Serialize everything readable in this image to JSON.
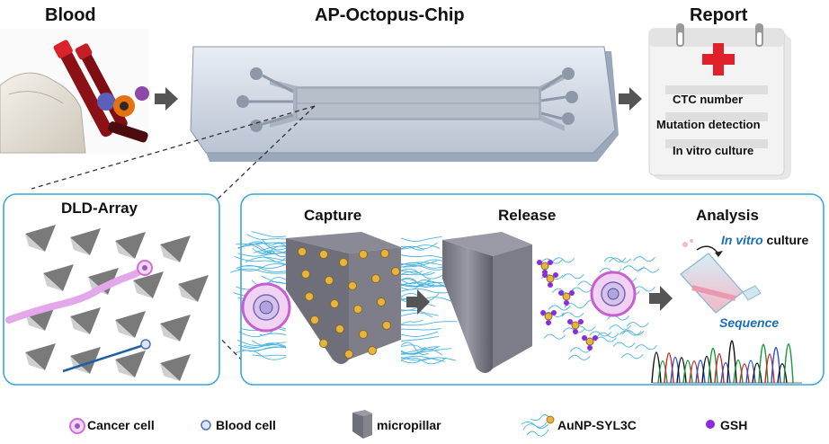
{
  "top": {
    "blood_title": "Blood",
    "chip_title": "AP-Octopus-Chip",
    "report_title": "Report",
    "report_lines": [
      "CTC number",
      "Mutation detection",
      "In vitro culture"
    ]
  },
  "dld": {
    "title": "DLD-Array"
  },
  "process": {
    "capture": "Capture",
    "release": "Release",
    "analysis": "Analysis",
    "culture_italic": "In vitro",
    "culture_rest": " culture",
    "sequence": "Sequence"
  },
  "legend": {
    "cancer_cell": "Cancer cell",
    "blood_cell": "Blood cell",
    "micropillar": "micropillar",
    "aunp": "AuNP-SYL3C",
    "gsh": "GSH"
  },
  "colors": {
    "panel_border": "#3aa7d8",
    "cancer_pink": "#e49be6",
    "report_cross": "#e0202a",
    "gsh_purple": "#8a2be2",
    "arrow_gray": "#555555"
  }
}
